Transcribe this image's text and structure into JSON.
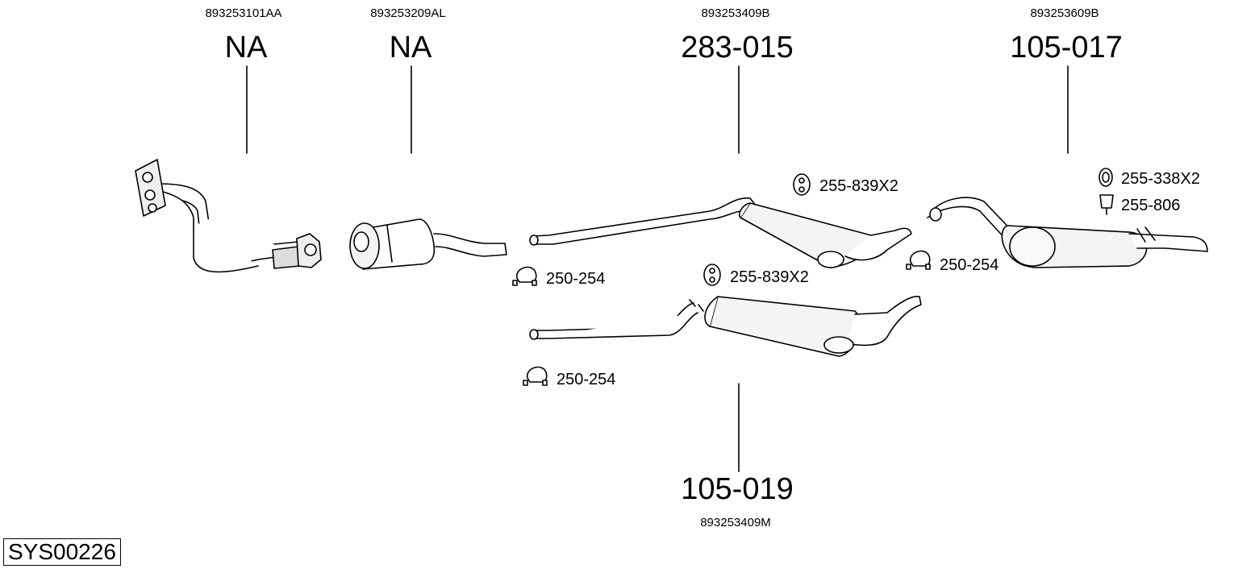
{
  "system_code": "SYS00226",
  "components": [
    {
      "oem": "893253101AA",
      "part": "NA"
    },
    {
      "oem": "893253209AL",
      "part": "NA"
    },
    {
      "oem": "893253409B",
      "part": "283-015"
    },
    {
      "oem": "893253609B",
      "part": "105-017"
    },
    {
      "oem": "893253409M",
      "part": "105-019"
    }
  ],
  "accessories": [
    {
      "code": "255-839X2"
    },
    {
      "code": "250-254"
    },
    {
      "code": "255-839X2"
    },
    {
      "code": "250-254"
    },
    {
      "code": "250-254"
    },
    {
      "code": "255-338X2"
    },
    {
      "code": "255-806"
    }
  ]
}
